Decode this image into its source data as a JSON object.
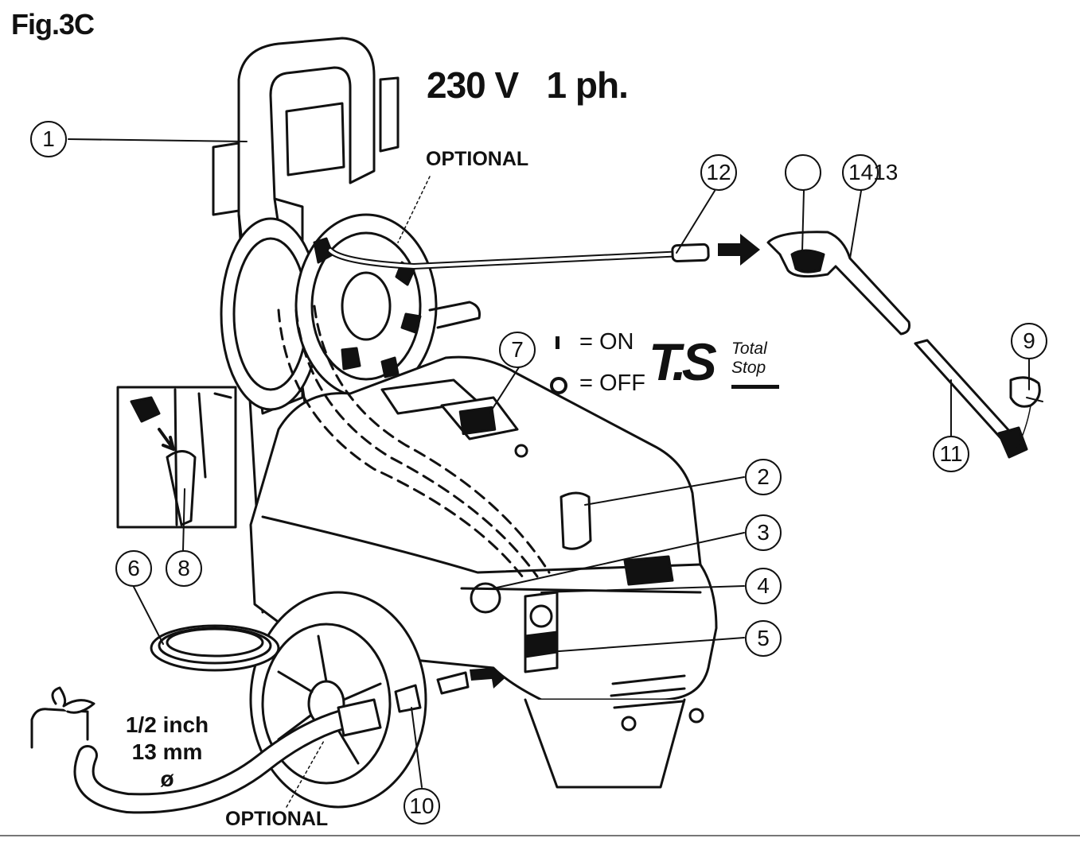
{
  "figure": {
    "label": "Fig.3C",
    "voltage": "230 V   1 ph."
  },
  "optional_labels": [
    "OPTIONAL",
    "OPTIONAL"
  ],
  "switch_legend": {
    "on": "= ON",
    "off": "= OFF"
  },
  "logo": {
    "main": "T.S",
    "line1": "Total",
    "line2": "Stop"
  },
  "water_supply": {
    "line1": "1/2 inch",
    "line2": "13 mm",
    "line3": "ø"
  },
  "callouts": [
    "1",
    "2",
    "3",
    "4",
    "5",
    "6",
    "7",
    "8",
    "9",
    "10",
    "11",
    "12",
    "",
    "1413"
  ]
}
